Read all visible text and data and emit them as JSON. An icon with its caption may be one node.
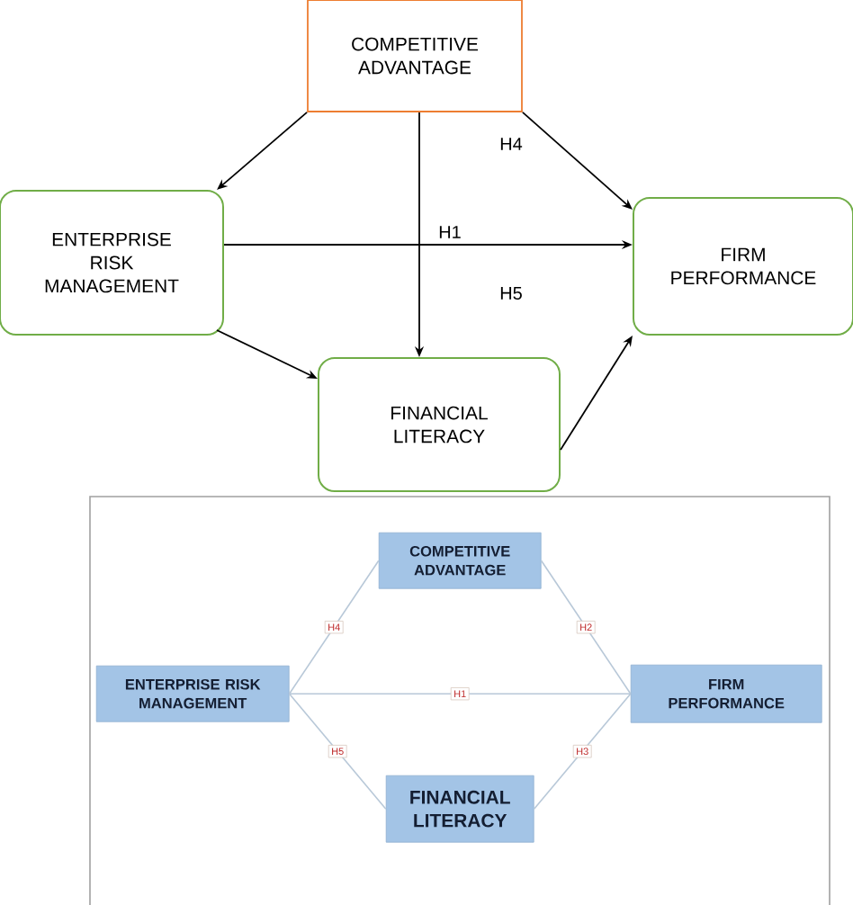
{
  "diagram": {
    "nodes": [
      {
        "text": [
          "COMPETITIVE ADVANTAGE"
        ]
      },
      {
        "text": [
          "ENTERPRISE RISK MANAGEMENT"
        ]
      },
      {
        "text": [
          "FIRM PERFORMANCE"
        ]
      },
      {
        "text": [
          "FINANCIAL LITERACY"
        ]
      },
      {
        "text": [],
        "shape": "box"
      },
      {
        "text": [
          "COMPETITIVE ADVANTAGE"
        ],
        "in": 4
      },
      {
        "text": [
          "ENTERPRISE RISK MANAGEMENT"
        ],
        "in": 4
      },
      {
        "text": [
          "FIRM PERFORMANCE"
        ],
        "in": 4
      },
      {
        "text": [
          "FINANCIAL LITERACY"
        ],
        "in": 4
      }
    ],
    "edges": [
      {
        "from": 0,
        "to": 1,
        "arrow": "to"
      },
      {
        "from": 0,
        "to": 3,
        "arrow": "to"
      },
      {
        "from": 0,
        "to": 2,
        "arrow": "to"
      },
      {
        "from": 1,
        "to": 2,
        "arrow": "to"
      },
      {
        "from": 1,
        "to": 3,
        "arrow": "to"
      },
      {
        "from": 3,
        "to": 2,
        "arrow": "to"
      },
      {
        "from": 6,
        "to": 5,
        "arrow": "none",
        "label": "H4",
        "color": "#b8c8d8"
      },
      {
        "from": 5,
        "to": 7,
        "arrow": "none",
        "label": "H2",
        "color": "#b8c8d8"
      },
      {
        "from": 6,
        "to": 7,
        "arrow": "none",
        "label": "H1",
        "color": "#b8c8d8"
      },
      {
        "from": 6,
        "to": 8,
        "arrow": "none",
        "label": "H5",
        "color": "#b8c8d8"
      },
      {
        "from": 8,
        "to": 7,
        "arrow": "none",
        "label": "H3",
        "color": "#b8c8d8"
      }
    ],
    "labels": [
      "H4",
      "H1",
      "H5"
    ]
  }
}
